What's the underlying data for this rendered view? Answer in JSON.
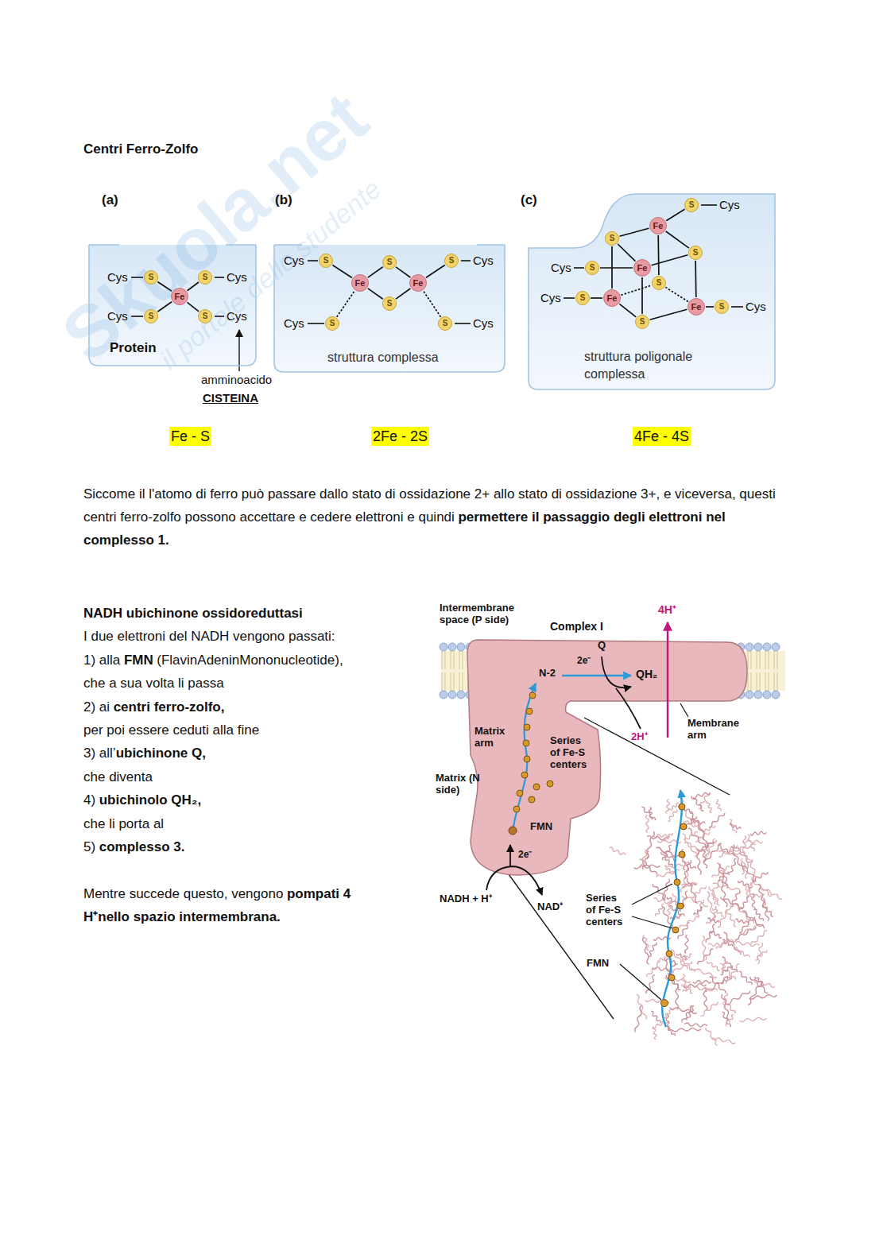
{
  "diagram": {
    "title": "Centri Ferro-Zolfo",
    "nodes": [
      {
        "text": [
          "Protein"
        ]
      },
      {
        "text": [
          "Fe"
        ],
        "in": 0
      },
      {
        "text": [
          "S"
        ],
        "in": 0
      },
      {
        "text": [
          "S"
        ],
        "in": 0
      },
      {
        "text": [
          "S"
        ],
        "in": 0
      },
      {
        "text": [
          "S"
        ],
        "in": 0
      },
      {
        "text": [
          "struttura complessa"
        ]
      },
      {
        "text": [
          "S"
        ],
        "in": 6
      },
      {
        "text": [
          "S"
        ],
        "in": 6
      },
      {
        "text": [
          "S"
        ],
        "in": 6
      },
      {
        "text": [
          "Fe"
        ],
        "in": 6
      },
      {
        "text": [
          "Fe"
        ],
        "in": 6
      },
      {
        "text": [
          "S"
        ],
        "in": 6
      },
      {
        "text": [
          "S"
        ],
        "in": 6
      },
      {
        "text": [
          "S"
        ],
        "in": 6
      },
      {
        "text": [
          "struttura poligonale complessa"
        ]
      },
      {
        "text": [
          "S"
        ],
        "in": 15
      },
      {
        "text": [
          "Fe"
        ],
        "in": 15
      },
      {
        "text": [
          "S"
        ],
        "in": 15
      },
      {
        "text": [
          "S"
        ],
        "in": 15
      },
      {
        "text": [
          "S"
        ],
        "in": 15
      },
      {
        "text": [
          "Fe"
        ],
        "in": 15
      },
      {
        "text": [
          "S"
        ],
        "in": 15
      },
      {
        "text": [
          "S"
        ],
        "in": 15
      },
      {
        "text": [
          "Fe"
        ],
        "in": 15
      },
      {
        "text": [
          "Fe"
        ],
        "in": 15
      },
      {
        "text": [
          "S"
        ],
        "in": 15
      },
      {
        "text": [
          "S"
        ],
        "in": 15
      },
      {
        "text": [
          "Fe - S"
        ]
      },
      {
        "text": [
          "2Fe - 2S"
        ]
      },
      {
        "text": [
          "4Fe - 4S"
        ]
      },
      {
        "text": [
          "Complex I",
          "Matrix arm"
        ]
      }
    ],
    "edges": [
      {
        "from": 1,
        "to": 2,
        "arrow": "none"
      },
      {
        "from": 1,
        "to": 3,
        "arrow": "none"
      },
      {
        "from": 1,
        "to": 4,
        "arrow": "none"
      },
      {
        "from": 1,
        "to": 5,
        "arrow": "none"
      },
      {
        "from": 7,
        "to": 10,
        "arrow": "none"
      },
      {
        "from": 8,
        "to": 10,
        "arrow": "none"
      },
      {
        "from": 8,
        "to": 11,
        "arrow": "none"
      },
      {
        "from": 9,
        "to": 11,
        "arrow": "none"
      },
      {
        "from": 10,
        "to": 12,
        "arrow": "none"
      },
      {
        "from": 11,
        "to": 12,
        "arrow": "none"
      },
      {
        "from": 13,
        "to": 10,
        "arrow": "none"
      },
      {
        "from": 14,
        "to": 11,
        "arrow": "none"
      },
      {
        "from": 16,
        "to": 17,
        "arrow": "none"
      },
      {
        "from": 17,
        "to": 18,
        "arrow": "none"
      },
      {
        "from": 17,
        "to": 19,
        "arrow": "none"
      },
      {
        "from": 17,
        "to": 22,
        "arrow": "none"
      },
      {
        "from": 21,
        "to": 18,
        "arrow": "none"
      },
      {
        "from": 21,
        "to": 19,
        "arrow": "none"
      },
      {
        "from": 21,
        "to": 27,
        "arrow": "none"
      },
      {
        "from": 24,
        "to": 18,
        "arrow": "none"
      },
      {
        "from": 24,
        "to": 22,
        "arrow": "none"
      },
      {
        "from": 24,
        "to": 27,
        "arrow": "none"
      },
      {
        "from": 25,
        "to": 19,
        "arrow": "none"
      },
      {
        "from": 25,
        "to": 22,
        "arrow": "none"
      },
      {
        "from": 25,
        "to": 27,
        "arrow": "none"
      },
      {
        "from": 20,
        "to": 21,
        "arrow": "none"
      },
      {
        "from": 23,
        "to": 24,
        "arrow": "none"
      },
      {
        "from": 26,
        "to": 25,
        "arrow": "none"
      }
    ],
    "labels": [
      "Skuola.net",
      "il portale dello studente",
      "(a)",
      "Cys",
      "Cys",
      "Cys",
      "Cys",
      "amminoacido",
      "CISTEINA",
      "(b)",
      "Cys",
      "Cys",
      "Cys",
      "Cys",
      "(c)",
      "Cys",
      "Cys",
      "Cys",
      "Cys",
      "Siccome il l'atomo di ferro può passare dallo stato di ossidazione 2+ allo stato di ossidazione 3+, e viceversa, questi centri ferro-zolfo possono accettare e cedere elettroni e quindi",
      "permettere il passaggio degli elettroni nel complesso 1.",
      "NADH ubichinone ossidoreduttasi",
      "I due elettroni del NADH vengono passati:",
      "1) alla",
      "FMN",
      "(FlavinAdeninMononucleotide),",
      "che a sua volta li passa",
      "2) ai",
      "centri ferro-zolfo,",
      "per poi essere ceduti alla fine",
      "3) all’",
      "ubichinone Q,",
      "che diventa",
      "4)",
      "ubichinolo QH₂,",
      "che li porta al",
      "5)",
      "complesso 3.",
      "Mentre succede questo, vengono",
      "pompati 4",
      "H⁺nello spazio intermembrana.",
      "Intermembrane space (P side)",
      "4H⁺",
      "Q",
      "2e⁻",
      "N-2",
      "QH₂",
      "2H⁺",
      "Membrane arm",
      "Series of Fe-S centers",
      "Matrix (N side)",
      "FMN",
      "2e⁻",
      "NADH + H⁺",
      "NAD⁺",
      "Series of Fe-S centers",
      "FMN"
    ]
  }
}
